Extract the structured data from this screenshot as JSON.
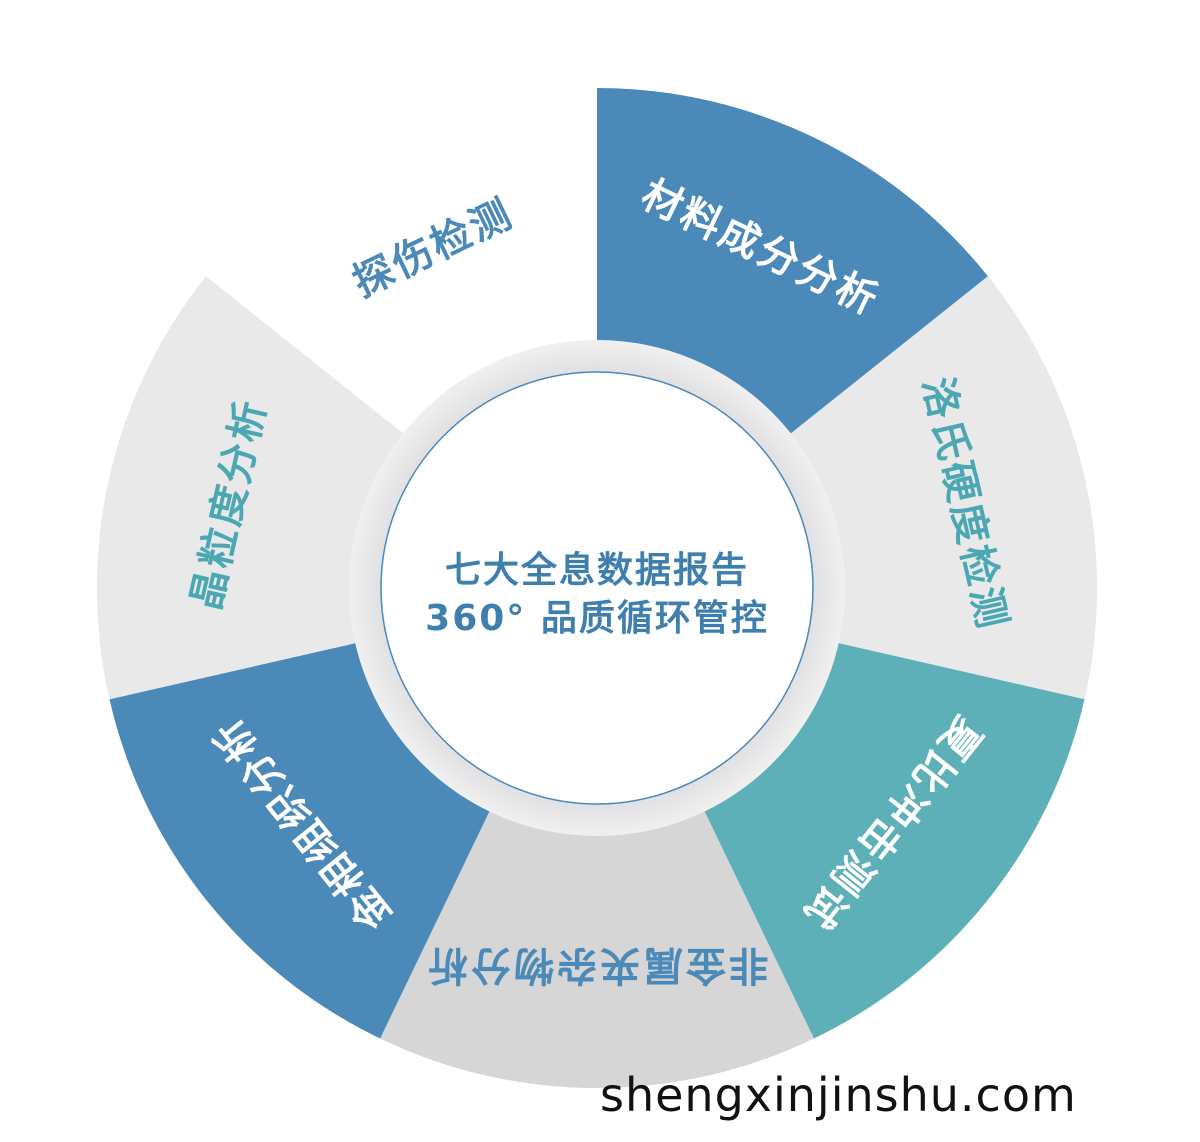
{
  "center": {
    "line1": "七大全息数据报告",
    "line2": "360° 品质循环管控"
  },
  "segments": [
    {
      "label": "材料成分分析",
      "fill": "#4a89b8",
      "text_color": "#ffffff"
    },
    {
      "label": "洛氏硬度检测",
      "fill": "#e9e9ea",
      "text_color": "#4ba8b3"
    },
    {
      "label": "夏比冲击测试",
      "fill": "#5db0b8",
      "text_color": "#ffffff"
    },
    {
      "label": "非金属夹杂物分析",
      "fill": "#d6d6d7",
      "text_color": "#4a89b8"
    },
    {
      "label": "金相组织分析",
      "fill": "#4a89b8",
      "text_color": "#ffffff"
    },
    {
      "label": "晶粒度分析",
      "fill": "#e9e9ea",
      "text_color": "#4ba8b3"
    },
    {
      "label": "探伤检测",
      "fill": "#ffffff",
      "text_color": "#4a89b8"
    }
  ],
  "website": "shengxinjinshu.com",
  "colors": {
    "ring_background": "#ececed",
    "inner_ring": "#e3e3e4",
    "center_fill": "#ffffff",
    "center_border": "#4a89b8"
  }
}
